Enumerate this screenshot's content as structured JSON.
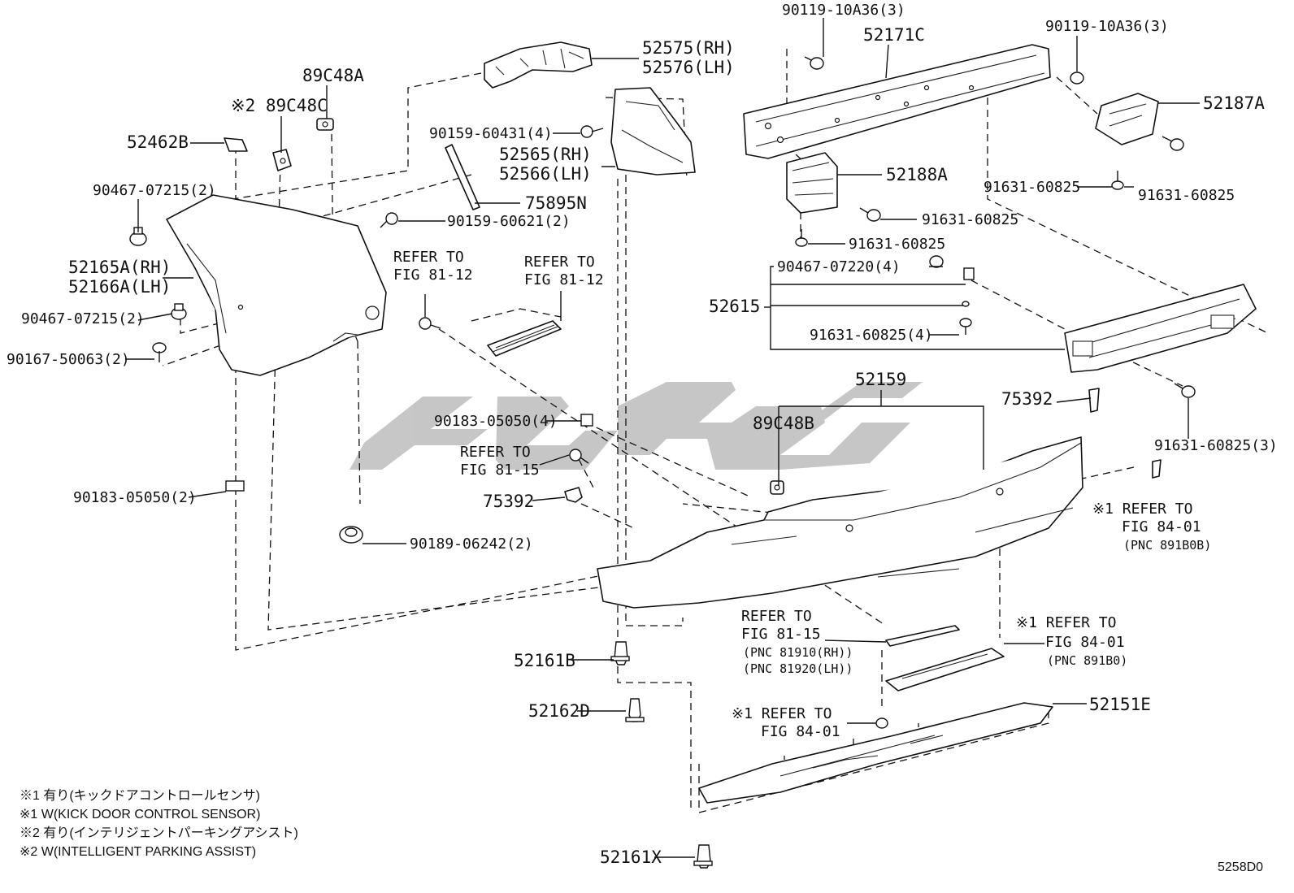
{
  "diagram_code": "5258D0",
  "watermark_text": "",
  "labels": {
    "p52575": "52575(RH)",
    "p52576": "52576(LH)",
    "p89c48a": "89C48A",
    "p89c48c": "※2 89C48C",
    "p52462b": "52462B",
    "p90467_07215_a": "90467-07215(2)",
    "p52165a": "52165A(RH)",
    "p52166a": "52166A(LH)",
    "p90467_07215_b": "90467-07215(2)",
    "p90167_50063": "90167-50063(2)",
    "p90159_60431": "90159-60431(4)",
    "p52565": "52565(RH)",
    "p52566": "52566(LH)",
    "p75895n": "75895N",
    "p90159_60621": "90159-60621(2)",
    "refer_81_12_a_1": "REFER TO",
    "refer_81_12_a_2": "FIG 81-12",
    "refer_81_12_b_1": "REFER TO",
    "refer_81_12_b_2": "FIG 81-12",
    "p90183_05050_4": "90183-05050(4)",
    "refer_81_15_a_1": "REFER TO",
    "refer_81_15_a_2": "FIG 81-15",
    "p75392_a": "75392",
    "p90183_05050_2": "90183-05050(2)",
    "p90189_06242": "90189-06242(2)",
    "p90119_a": "90119-10A36(3)",
    "p52171c": "52171C",
    "p90119_b": "90119-10A36(3)",
    "p52187a": "52187A",
    "p52188a": "52188A",
    "p91631_a": "91631-60825",
    "p91631_b": "91631-60825",
    "p91631_c": "91631-60825",
    "p91631_d": "91631-60825",
    "p90467_07220": "90467-07220(4)",
    "p52615": "52615",
    "p91631_4": "91631-60825(4)",
    "p52159": "52159",
    "p75392_b": "75392",
    "p89c48b": "89C48B",
    "p91631_3": "91631-60825(3)",
    "refer_84_01_a_1": "※1 REFER TO",
    "refer_84_01_a_2": "FIG 84-01",
    "refer_84_01_a_3": "(PNC 891B0B)",
    "refer_81_15_b_1": "REFER TO",
    "refer_81_15_b_2": "FIG 81-15",
    "refer_81_15_b_3": "(PNC 81910(RH))",
    "refer_81_15_b_4": "(PNC 81920(LH))",
    "refer_84_01_b_1": "※1 REFER TO",
    "refer_84_01_b_2": "FIG 84-01",
    "refer_84_01_b_3": "(PNC 891B0)",
    "p52161b": "52161B",
    "p52162d": "52162D",
    "refer_84_01_c_1": "※1 REFER TO",
    "refer_84_01_c_2": "FIG 84-01",
    "p52151e": "52151E",
    "p52161x": "52161X"
  },
  "notes": [
    "※1 有り(キックドアコントロールセンサ)",
    "※1 W(KICK DOOR CONTROL SENSOR)",
    "※2 有り(インテリジェントパーキングアシスト)",
    "※2 W(INTELLIGENT PARKING ASSIST)"
  ]
}
